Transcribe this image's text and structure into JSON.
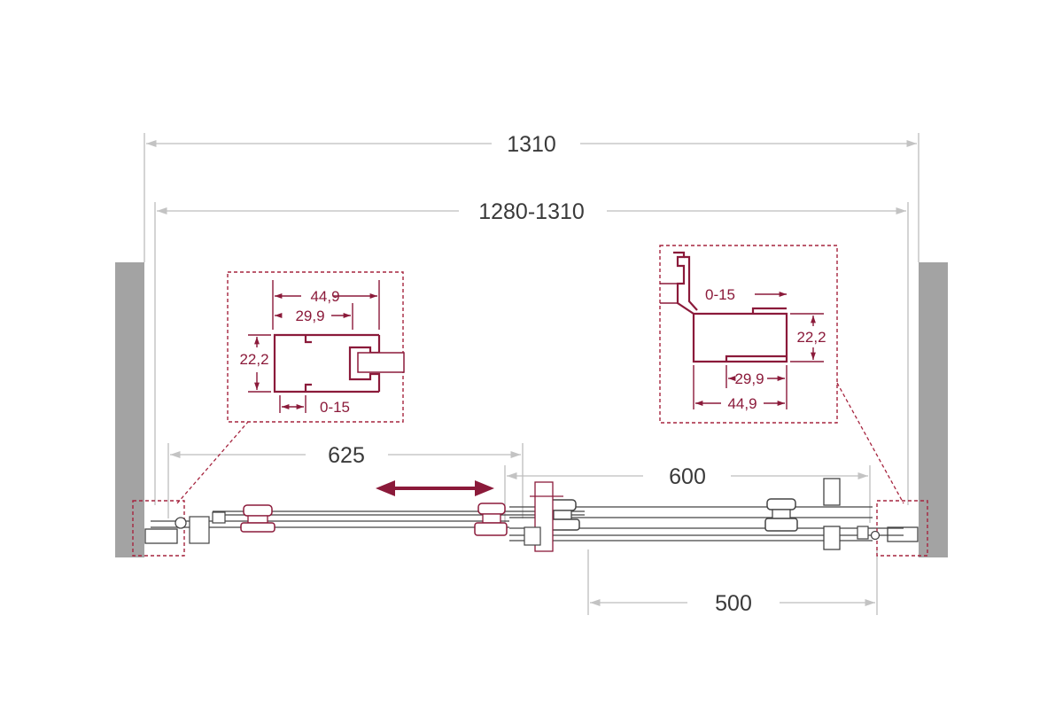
{
  "dimensions": {
    "overall": "1310",
    "adjustable": "1280-1310",
    "opening": "625",
    "fixed_panel": "600",
    "passage": "500"
  },
  "detail_left": {
    "width_outer": "44,9",
    "width_inner": "29,9",
    "height": "22,2",
    "adjust": "0-15"
  },
  "detail_right": {
    "adjust": "0-15",
    "height": "22,2",
    "width_inner": "29,9",
    "width_outer": "44,9"
  },
  "colors": {
    "accent": "#8b1a3a",
    "wall": "#a3a3a3",
    "dimension": "#bdbdbd"
  },
  "icons": [
    "double-arrow-icon",
    "roller-icon",
    "handle-icon"
  ]
}
